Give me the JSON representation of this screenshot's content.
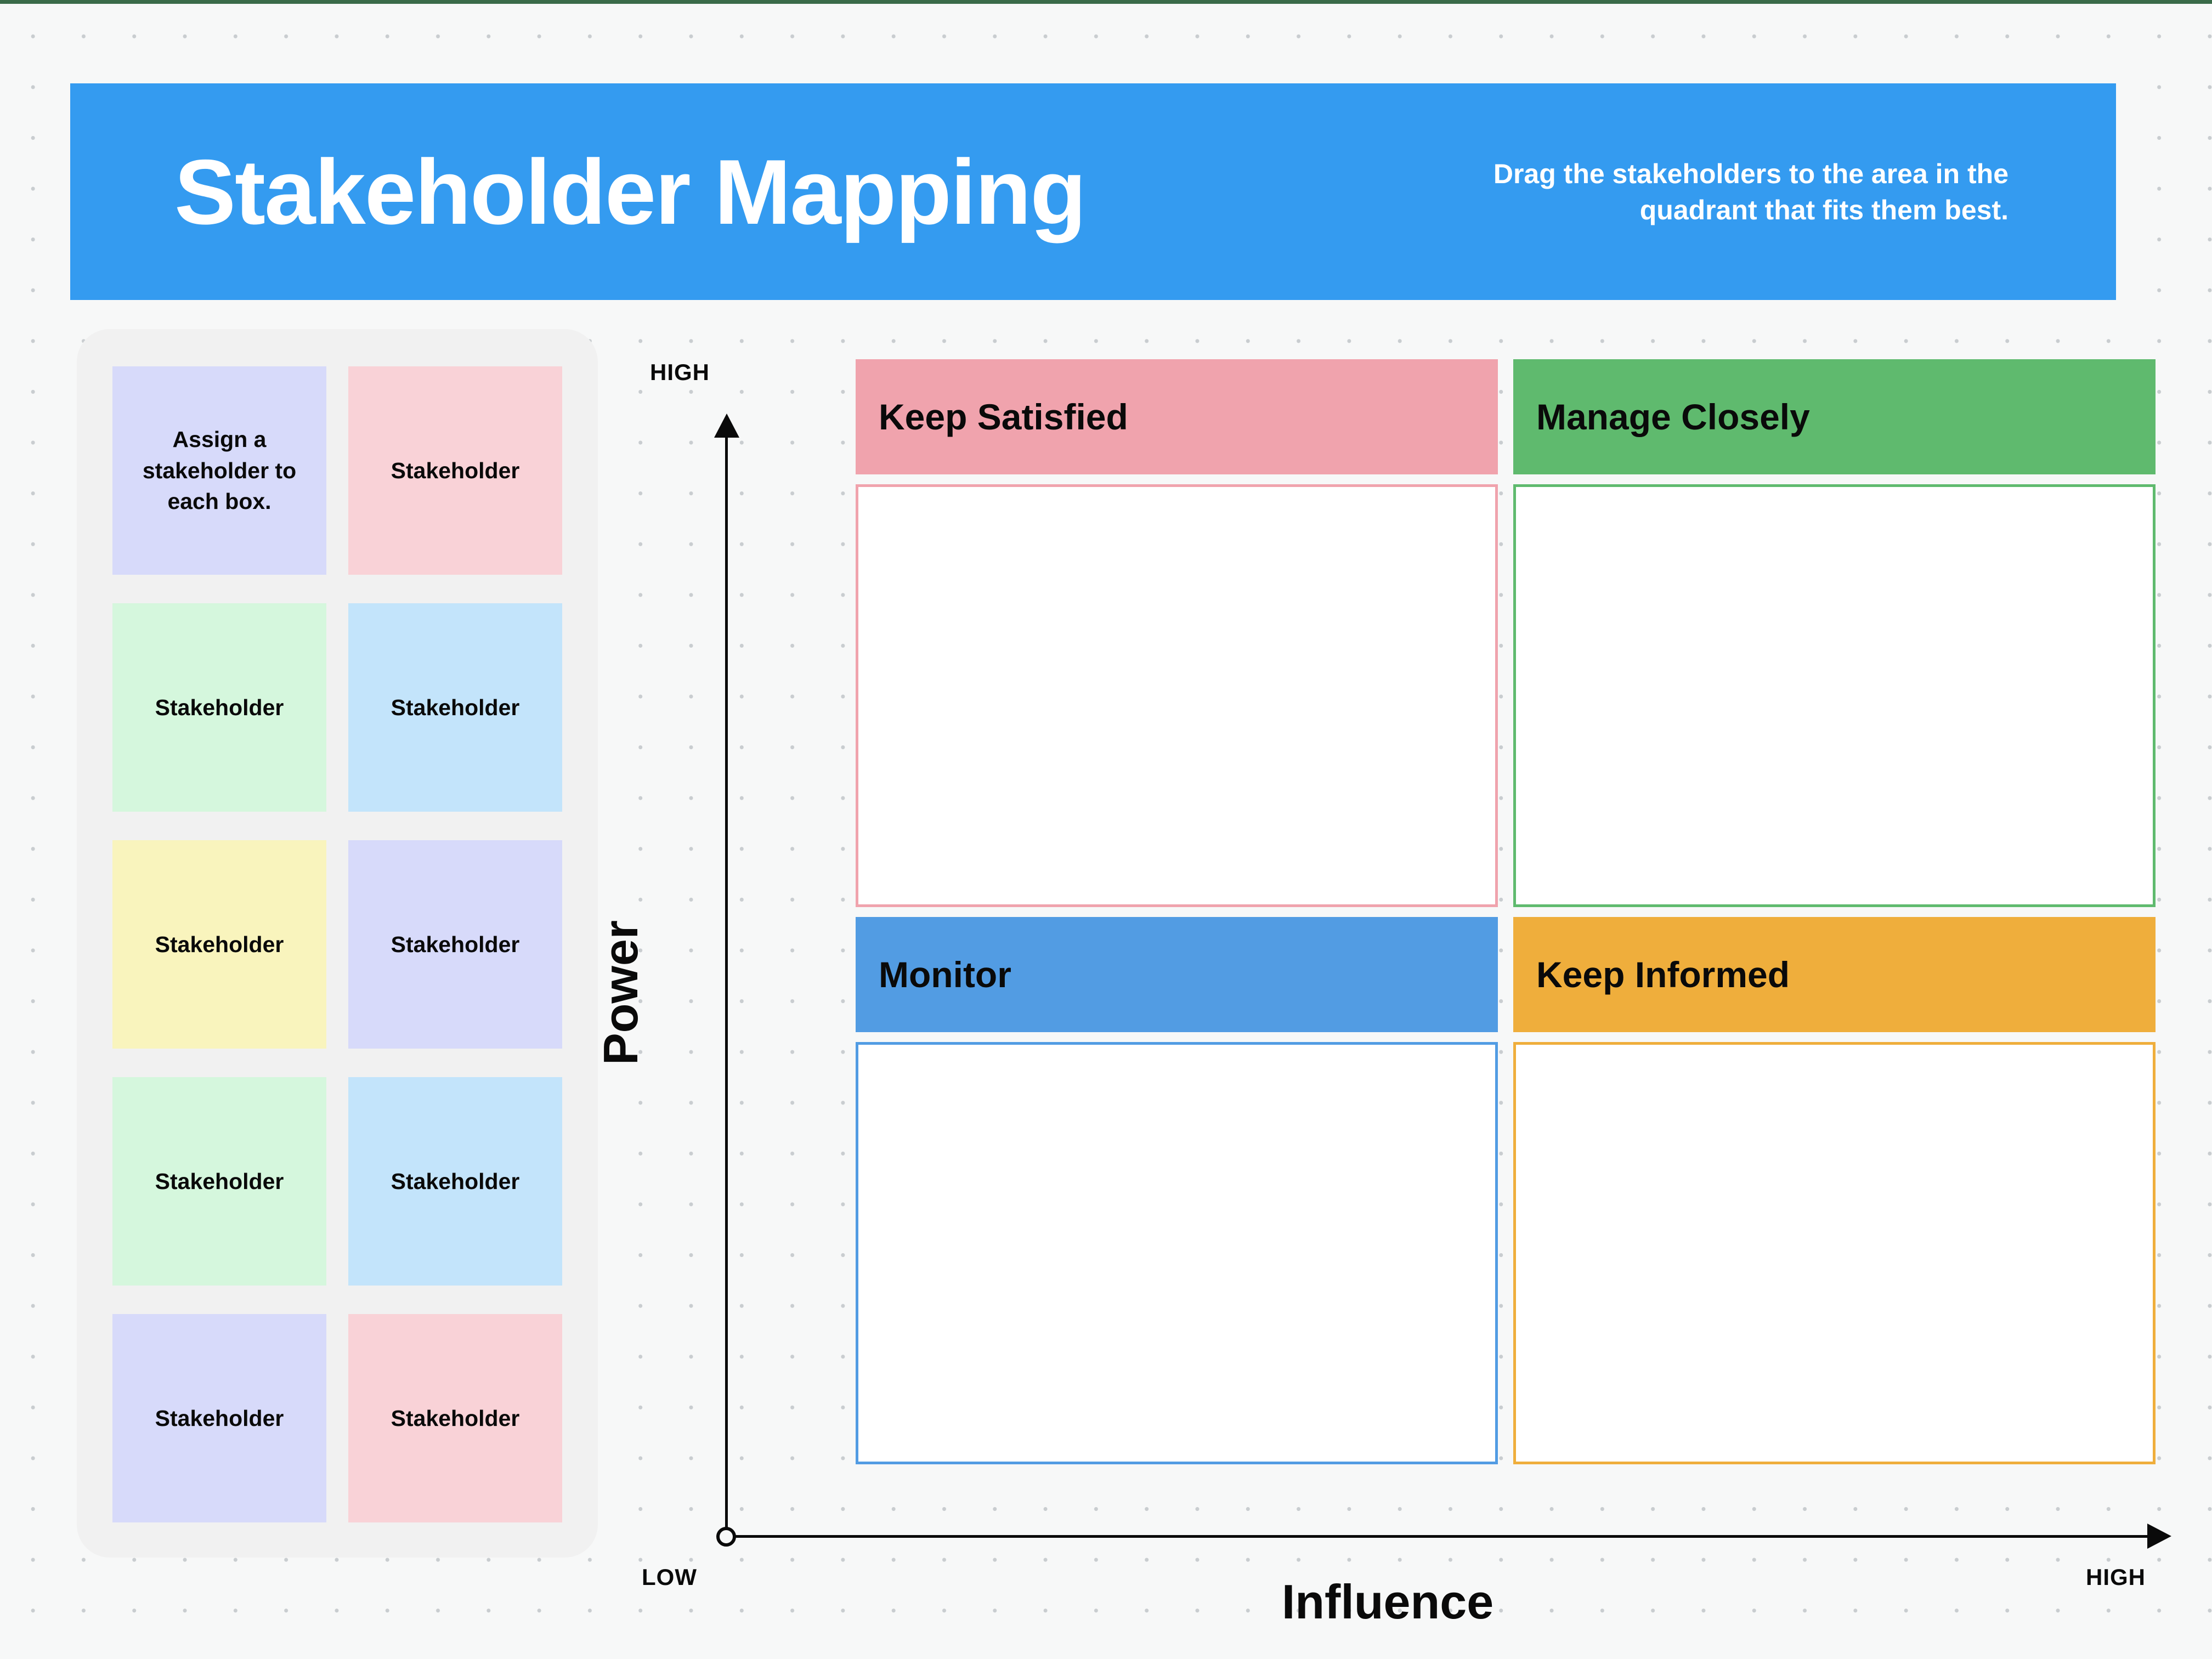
{
  "top_strip_color": "#3A6B49",
  "page_background": "#F7F8F8",
  "header": {
    "title": "Stakeholder Mapping",
    "subtitle": "Drag the stakeholders to the area in the quadrant that fits them best.",
    "background_color": "#349BF0",
    "text_color": "#FFFFFF"
  },
  "sidebar": {
    "panel_color": "#F1F1F1",
    "cards": [
      {
        "label": "Assign a stakeholder to each box.",
        "color": "#D7DAFA"
      },
      {
        "label": "Stakeholder",
        "color": "#F9D2D7"
      },
      {
        "label": "Stakeholder",
        "color": "#D5F7DD"
      },
      {
        "label": "Stakeholder",
        "color": "#C3E4FB"
      },
      {
        "label": "Stakeholder",
        "color": "#F9F4BD"
      },
      {
        "label": "Stakeholder",
        "color": "#D7DAFA"
      },
      {
        "label": "Stakeholder",
        "color": "#D5F7DD"
      },
      {
        "label": "Stakeholder",
        "color": "#C3E4FB"
      },
      {
        "label": "Stakeholder",
        "color": "#D7DAFA"
      },
      {
        "label": "Stakeholder",
        "color": "#F9D2D7"
      }
    ]
  },
  "matrix": {
    "y_axis_label": "Power",
    "x_axis_label": "Influence",
    "y_axis_high": "HIGH",
    "x_axis_low": "LOW",
    "x_axis_high": "HIGH",
    "axis_color": "#0A0A0A",
    "quadrants": [
      {
        "label": "Keep Satisfied",
        "color": "#F0A3AD",
        "position": "top-left"
      },
      {
        "label": "Manage Closely",
        "color": "#5FBA6E",
        "position": "top-right"
      },
      {
        "label": "Monitor",
        "color": "#529CE3",
        "position": "bottom-left"
      },
      {
        "label": "Keep Informed",
        "color": "#EFAE3C",
        "position": "bottom-right"
      }
    ]
  },
  "dot_grid_color": "#C9CDD0"
}
